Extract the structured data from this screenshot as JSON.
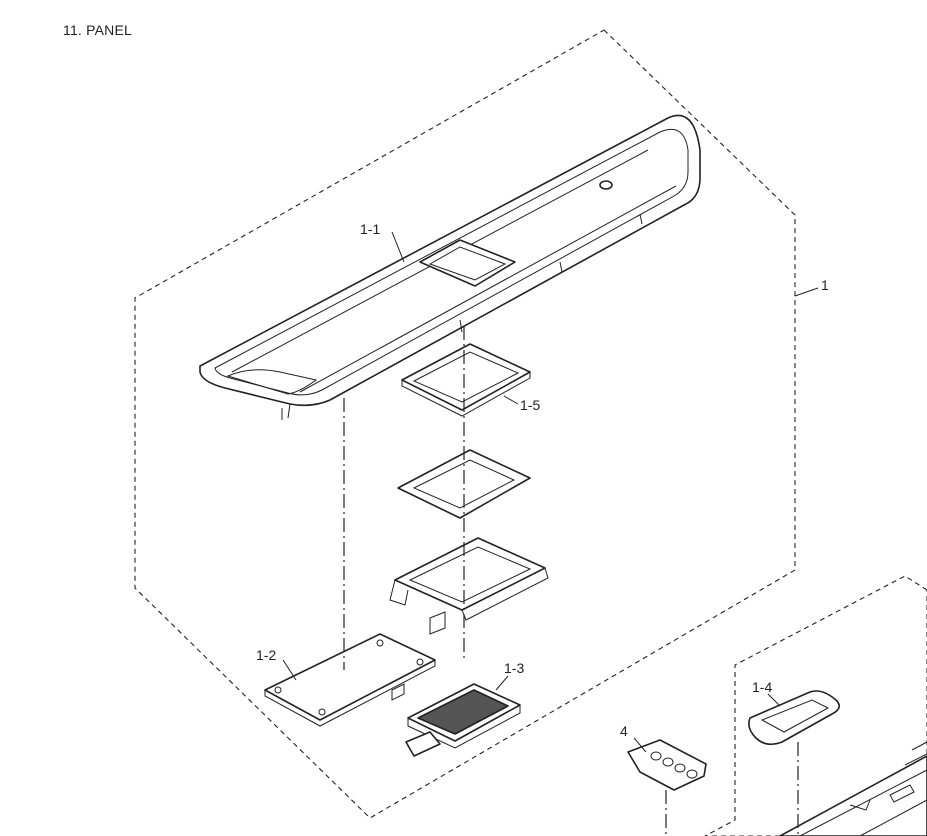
{
  "header_partial_text": "",
  "section_title": "11. PANEL",
  "parts": {
    "assembly": "1",
    "upper_panel": "1-1",
    "pcb_board": "1-2",
    "lcd_display": "1-3",
    "key_window": "1-4",
    "lcd_window_frame": "1-5",
    "key_sheet": "4"
  }
}
